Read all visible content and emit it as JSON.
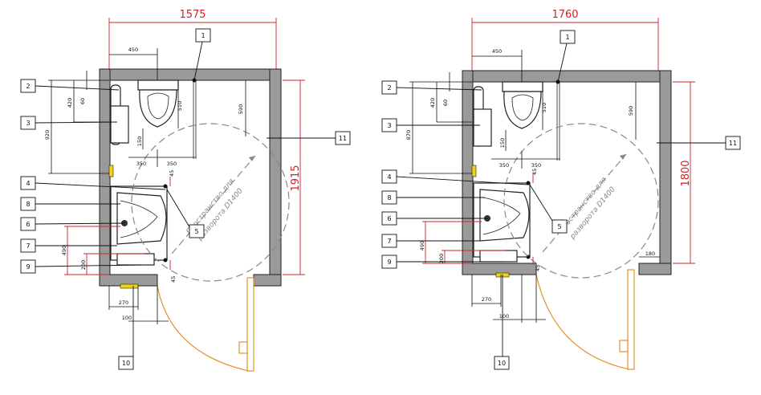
{
  "plans": [
    {
      "overall_width": "1575",
      "overall_height": "1915",
      "dims": {
        "toilet_offset": "450",
        "grab_gap": "420",
        "grab_depth": "60",
        "toilet_depth": "510",
        "rail_height": "920",
        "door_clear": "590",
        "seat_h": "150",
        "seg_a": "350",
        "seg_b": "350",
        "sink_off": "45",
        "sink_off2": "45",
        "sink_h": "490",
        "sink_bottom": "200",
        "door_left": "270",
        "door_right": "100"
      },
      "turning_label": [
        "Пространство для",
        "разворота D1400"
      ],
      "tags": [
        "1",
        "2",
        "3",
        "4",
        "8",
        "6",
        "7",
        "9",
        "5",
        "11",
        "10"
      ]
    },
    {
      "overall_width": "1760",
      "overall_height": "1800",
      "dims": {
        "toilet_offset": "450",
        "grab_gap": "420",
        "grab_depth": "60",
        "toilet_depth": "510",
        "rail_height": "870",
        "door_clear": "590",
        "seat_h": "150",
        "seg_a": "350",
        "seg_b": "350",
        "sink_off": "45",
        "sink_off2": "45",
        "sink_h": "490",
        "sink_bottom": "200",
        "door_left": "270",
        "door_right": "100",
        "wall_stub": "180"
      },
      "turning_label": [
        "Пространство для",
        "разворота D1400"
      ],
      "tags": [
        "1",
        "2",
        "3",
        "4",
        "8",
        "6",
        "7",
        "9",
        "5",
        "11",
        "10"
      ]
    }
  ]
}
